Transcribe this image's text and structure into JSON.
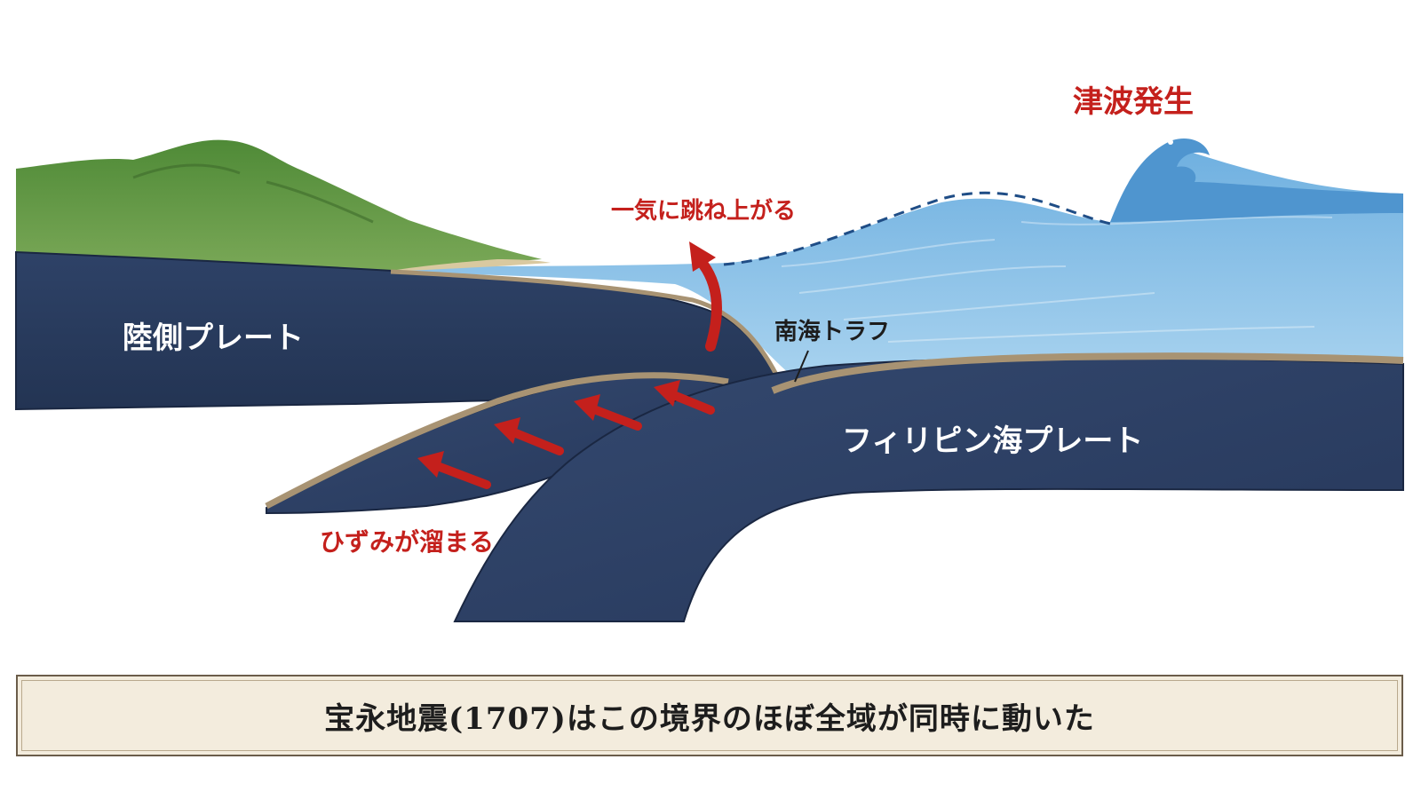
{
  "labels": {
    "land_plate": "陸側プレート",
    "sea_plate": "フィリピン海プレート",
    "trough": "南海トラフ",
    "tsunami": "津波発生",
    "rebound": "一気に跳ね上がる",
    "strain": "ひずみが溜まる"
  },
  "caption": "宝永地震(1707)はこの境界のほぼ全域が同時に動いた",
  "colors": {
    "plate": "#283a5c",
    "plate_edge": "#1a2742",
    "sea": "#8fc3e6",
    "sea_deep": "#5c9fd3",
    "land": "#5f9141",
    "sediment": "#a89373",
    "accent_red": "#c4201c",
    "label_white": "#ffffff",
    "label_dark": "#1d1d1d"
  },
  "icons": {
    "strain_arrows": "red-arrow-icon",
    "rebound_arrow": "curved-up-arrow-icon",
    "wave": "breaking-wave-icon"
  }
}
